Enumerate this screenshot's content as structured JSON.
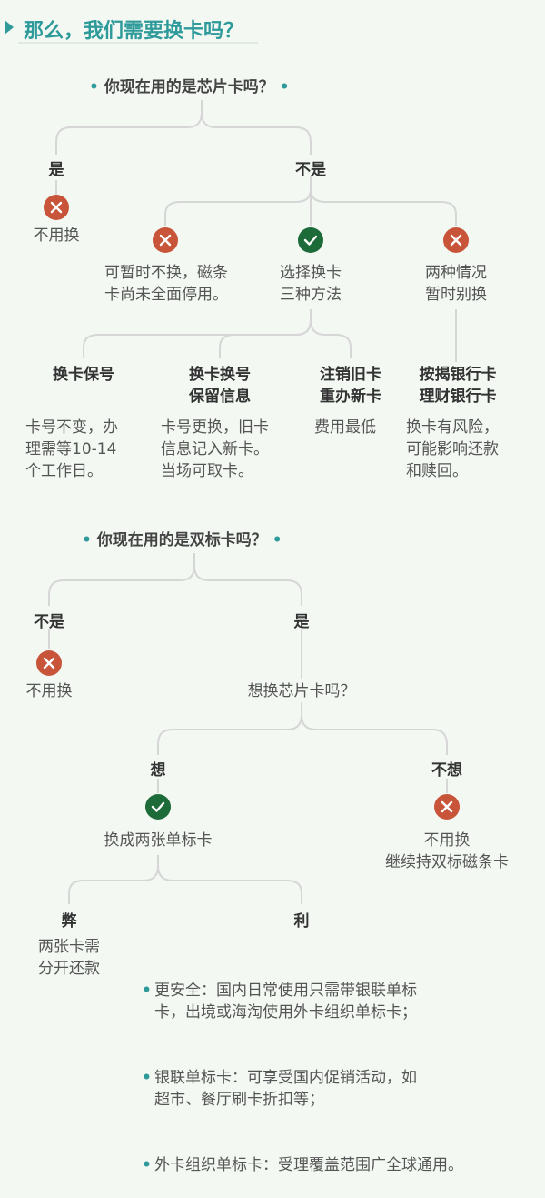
{
  "title": "那么，我们需要换卡吗？",
  "colors": {
    "accent": "#2e9a9a",
    "no": "#c8553a",
    "yes": "#1e6b3a",
    "line": "#d6d6d6"
  },
  "icons": {
    "no": "x-icon",
    "yes": "check-icon"
  },
  "section1": {
    "question": "你现在用的是芯片卡吗？",
    "yes_label": "是",
    "yes_result": "不用换",
    "no_label": "不是",
    "opt_a": "可暂时不换，磁条\n卡尚未全面停用。",
    "opt_b": "选择换卡\n三种方法",
    "opt_c": "两种情况\n暂时别换",
    "m1_title": "换卡保号",
    "m1_desc": "卡号不变，办\n理需等10-14\n个工作日。",
    "m2_title": "换卡换号\n保留信息",
    "m2_desc": "卡号更换，旧卡\n信息记入新卡。\n当场可取卡。",
    "m3_title": "注销旧卡\n重办新卡",
    "m3_desc": "费用最低",
    "c_title": "按揭银行卡\n理财银行卡",
    "c_desc": "换卡有风险，\n可能影响还款\n和赎回。"
  },
  "section2": {
    "question": "你现在用的是双标卡吗？",
    "no_label": "不是",
    "no_result": "不用换",
    "yes_label": "是",
    "sub_question": "想换芯片卡吗？",
    "want_label": "想",
    "want_result": "换成两张单标卡",
    "dont_label": "不想",
    "dont_result": "不用换\n继续持双标磁条卡",
    "con_label": "弊",
    "con_text": "两张卡需\n分开还款",
    "pro_label": "利",
    "pros": [
      "更安全：国内日常使用只需带银联单标\n卡，出境或海淘使用外卡组织单标卡；",
      "银联单标卡：可享受国内促销活动，如\n超市、餐厅刷卡折扣等；",
      "外卡组织单标卡：受理覆盖范围广全球通用。"
    ]
  }
}
